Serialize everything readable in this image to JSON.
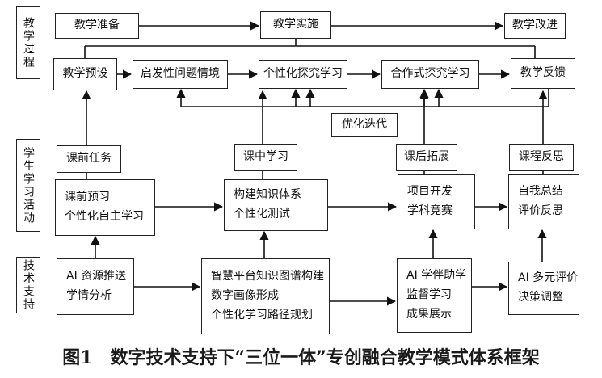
{
  "side_labels": {
    "teaching_process": "教学过程",
    "student_activities": "学生学习活动",
    "tech_support": "技术支持"
  },
  "process": {
    "preparation": "教学准备",
    "implementation": "教学实施",
    "improvement": "教学改进",
    "presetting": "教学预设",
    "heuristic": "启发性问题情境",
    "personalized_inquiry": "个性化探究学习",
    "cooperative_inquiry": "合作式探究学习",
    "feedback": "教学反馈",
    "iteration": "优化迭代"
  },
  "stage_tags": {
    "pre_class_task": "课前任务",
    "in_class": "课中学习",
    "after_class": "课后拓展",
    "reflection": "课程反思"
  },
  "activities": {
    "preview": [
      "课前预习",
      "个性化自主学习"
    ],
    "knowledge": [
      "构建知识体系",
      "个性化测试"
    ],
    "project": [
      "项目开发",
      "学科竞赛"
    ],
    "self": [
      "自我总结",
      "评价反思"
    ]
  },
  "tech": {
    "ai_resources": [
      "AI 资源推送",
      "学情分析"
    ],
    "smart_platform": [
      "智慧平台知识图谱构建",
      "数字画像形成",
      "个性化学习路径规划"
    ],
    "ai_partner": [
      "AI 学伴助学",
      "监督学习",
      "成果展示"
    ],
    "ai_evaluation": [
      "AI 多元评价",
      "决策调整"
    ]
  },
  "caption": "图1　数字技术支持下“三位一体”专创融合教学模式体系框架"
}
